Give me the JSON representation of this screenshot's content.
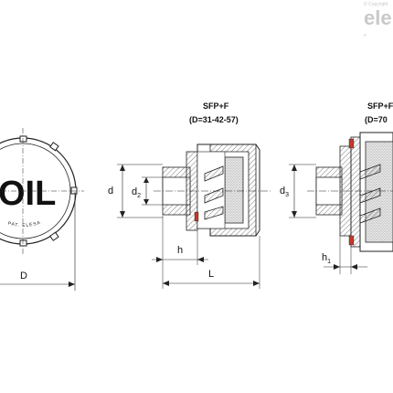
{
  "watermark": {
    "brand": "ele",
    "copyright": "© Copyright",
    "tag": "e"
  },
  "knob": {
    "oil_text": "OIL",
    "pat_text": "PAT. ELESA"
  },
  "views": [
    {
      "title": "SFP+F",
      "range": "(D=31-42-57)"
    },
    {
      "title": "SFP+F",
      "range": "(D=70"
    }
  ],
  "dimensions": {
    "D": "D",
    "d": "d",
    "d2_main": "d",
    "d2_sub": "2",
    "d3_main": "d",
    "d3_sub": "3",
    "h": "h",
    "L": "L",
    "h1_main": "h",
    "h1_sub": "1"
  },
  "colors": {
    "stroke": "#222222",
    "hatch": "#444444",
    "accent": "#c0392b"
  }
}
